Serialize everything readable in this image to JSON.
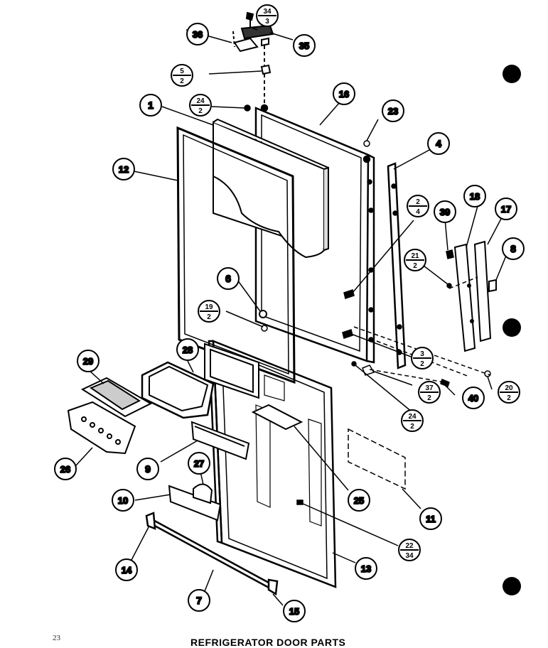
{
  "page_number": "23",
  "caption": "REFRIGERATOR DOOR PARTS",
  "callouts": {
    "c1": "1",
    "c4": "4",
    "c6": "6",
    "c7": "7",
    "c8": "8",
    "c9": "9",
    "c10": "10",
    "c11": "11",
    "c12": "12",
    "c13": "13",
    "c14": "14",
    "c15": "15",
    "c16": "16",
    "c17": "17",
    "c18": "18",
    "c23": "23",
    "c25": "25",
    "c26": "26",
    "c27": "27",
    "c28": "28",
    "c29": "29",
    "c35": "35",
    "c36": "36",
    "c39": "39",
    "c40": "40",
    "f34_3": {
      "top": "34",
      "bottom": "3"
    },
    "f5_2": {
      "top": "5",
      "bottom": "2"
    },
    "f24_2a": {
      "top": "24",
      "bottom": "2"
    },
    "f2_4": {
      "top": "2",
      "bottom": "4"
    },
    "f21_2": {
      "top": "21",
      "bottom": "2"
    },
    "f19_2": {
      "top": "19",
      "bottom": "2"
    },
    "f3_2": {
      "top": "3",
      "bottom": "2"
    },
    "f37_2": {
      "top": "37",
      "bottom": "2"
    },
    "f20_2": {
      "top": "20",
      "bottom": "2"
    },
    "f24_2b": {
      "top": "24",
      "bottom": "2"
    },
    "f22_34": {
      "top": "22",
      "bottom": "34"
    }
  },
  "colors": {
    "ink": "#000000",
    "paper": "#ffffff"
  }
}
